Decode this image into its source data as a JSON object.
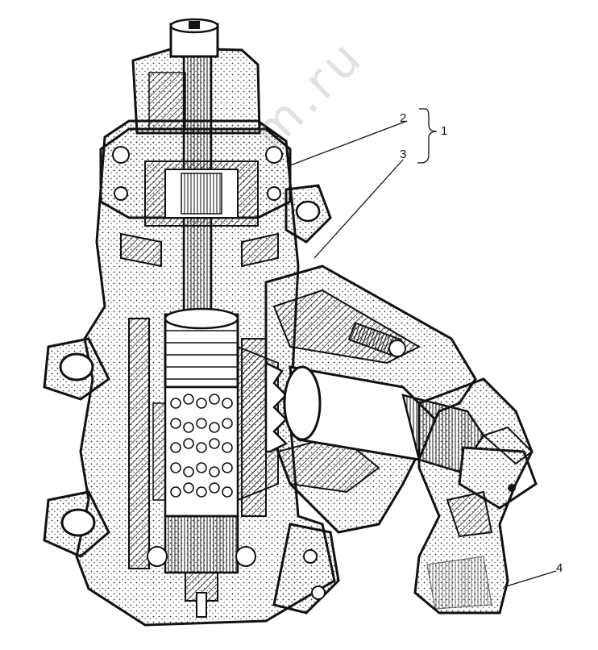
{
  "labels": {
    "l1": "1",
    "l2": "2",
    "l3": "3",
    "l4": "4"
  },
  "watermark": "m.ru"
}
